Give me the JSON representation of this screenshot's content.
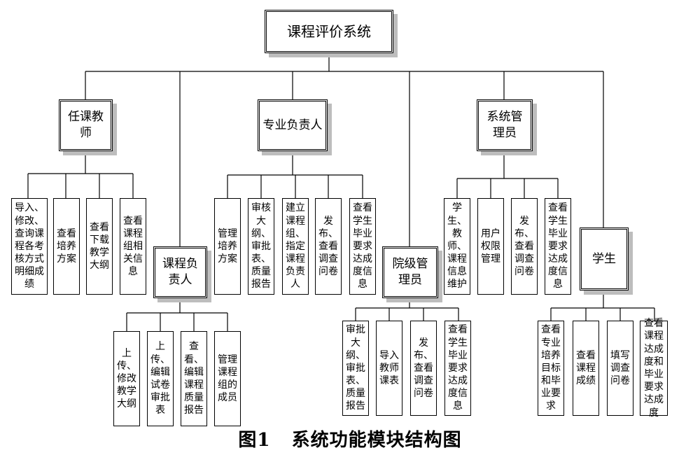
{
  "root": "课程评价系统",
  "roles": {
    "teacher": "任课教师",
    "course_lead": "课程负责人",
    "major_lead": "专业负责人",
    "college_admin": "院级管理员",
    "sys_admin": "系统管理员",
    "student": "学生"
  },
  "teacher_items": [
    "导入、修改、查询课程各考核方式明细成绩",
    "查看培养方案",
    "查看下载教学大纲",
    "查看课程组相关信息"
  ],
  "course_lead_items": [
    "上传、修改教学大纲",
    "上传、编辑试卷审批表",
    "查看、编辑课程质量报告",
    "管理课程组的成员"
  ],
  "major_lead_items": [
    "管理培养方案",
    "审核大纲、审批表、质量报告",
    "建立课程组、指定课程负责人",
    "发布、查看调查问卷",
    "查看学生毕业要求达成度信息"
  ],
  "college_admin_items": [
    "审批大纲、审批表、质量报告",
    "导入教师课表",
    "发布、查看调查问卷",
    "查看学生毕业要求达成度信息"
  ],
  "sys_admin_items": [
    "学生、教师、课程信息维护",
    "用户权限管理",
    "发布、查看调查问卷",
    "查看学生毕业要求达成度信息"
  ],
  "student_items": [
    "查看专业培养目标和毕业要求",
    "查看课程成绩",
    "填写调查问卷",
    "查看课程达成度和毕业要求达成度"
  ],
  "caption": "图1   系统功能模块结构图"
}
